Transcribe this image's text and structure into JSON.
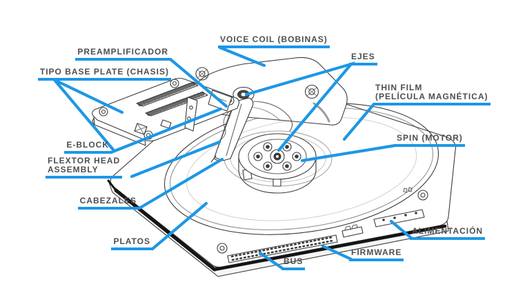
{
  "colors": {
    "leader": "#1d97e6",
    "label-text": "#4e4e4e",
    "line-art": "#3a3a3a"
  },
  "diagram": {
    "subject": "Hard disk drive exploded line drawing with Spanish callout labels"
  },
  "labels": [
    {
      "id": "preamplificador",
      "text": "PREAMPLIFICADOR"
    },
    {
      "id": "tipo-base-plate",
      "text": "TIPO BASE PLATE (CHASIS)"
    },
    {
      "id": "e-block",
      "text": "E-BLOCK"
    },
    {
      "id": "flextor-head-assembly",
      "text": "FLEXTOR HEAD\nASSEMBLY"
    },
    {
      "id": "cabezales",
      "text": "CABEZALES"
    },
    {
      "id": "platos",
      "text": "PLATOS"
    },
    {
      "id": "voice-coil",
      "text": "VOICE COIL (BOBINAS)"
    },
    {
      "id": "ejes",
      "text": "EJES"
    },
    {
      "id": "thin-film",
      "text": "THIN FILM\n(PELÍCULA MAGNÉTICA)"
    },
    {
      "id": "spin-motor",
      "text": "SPIN (MOTOR)"
    },
    {
      "id": "alimentacion",
      "text": "ALIMENTACIÓN"
    },
    {
      "id": "firmware",
      "text": "FIRMWARE"
    },
    {
      "id": "bus",
      "text": "BUS"
    }
  ]
}
